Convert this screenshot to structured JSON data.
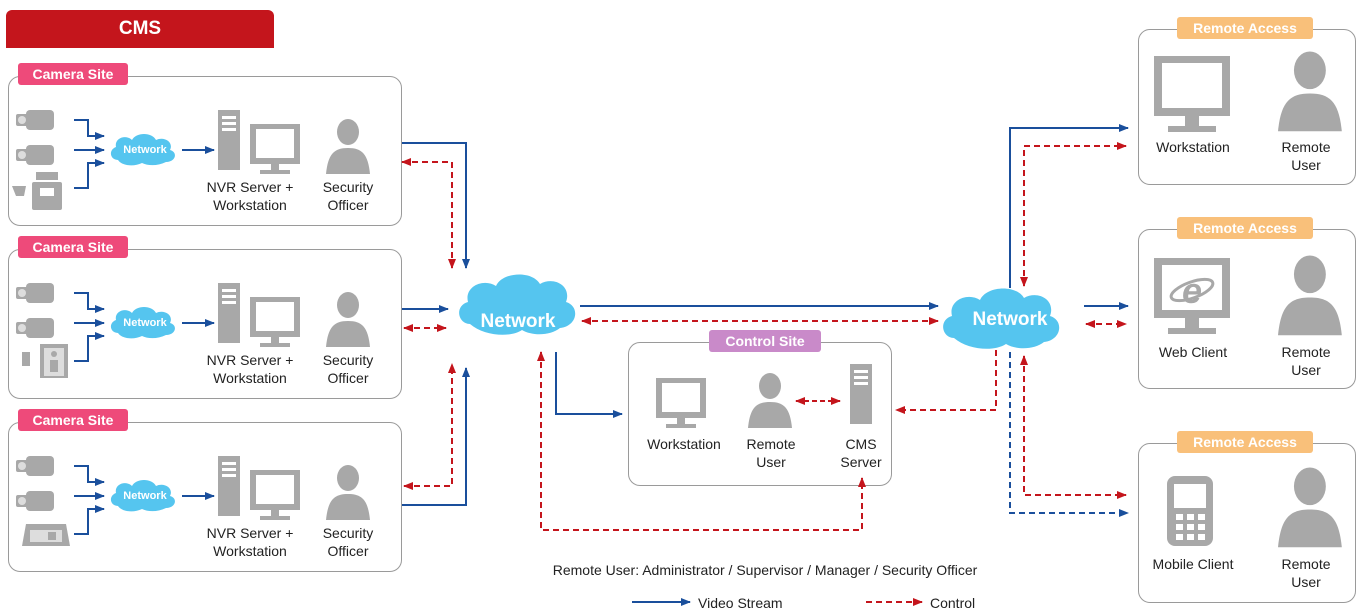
{
  "header": {
    "title": "CMS"
  },
  "camera_sites": [
    {
      "tag": "Camera Site",
      "network": "Network",
      "nvr": "NVR Server +",
      "nvr2": "Workstation",
      "officer": "Security",
      "officer2": "Officer"
    },
    {
      "tag": "Camera Site",
      "network": "Network",
      "nvr": "NVR Server +",
      "nvr2": "Workstation",
      "officer": "Security",
      "officer2": "Officer"
    },
    {
      "tag": "Camera Site",
      "network": "Network",
      "nvr": "NVR Server +",
      "nvr2": "Workstation",
      "officer": "Security",
      "officer2": "Officer"
    }
  ],
  "central_network": "Network",
  "remote_network": "Network",
  "control_site": {
    "tag": "Control Site",
    "workstation": "Workstation",
    "remote_user": "Remote",
    "remote_user2": "User",
    "cms_server": "CMS",
    "cms_server2": "Server"
  },
  "remote_access": [
    {
      "tag": "Remote Access",
      "device": "Workstation",
      "user": "Remote",
      "user2": "User"
    },
    {
      "tag": "Remote Access",
      "device": "Web Client",
      "user": "Remote",
      "user2": "User"
    },
    {
      "tag": "Remote Access",
      "device": "Mobile Client",
      "user": "Remote",
      "user2": "User"
    }
  ],
  "footnote": "Remote User: Administrator / Supervisor / Manager / Security Officer",
  "legend": {
    "video": "Video Stream",
    "control": "Control"
  },
  "colors": {
    "video": "#1a4f9c",
    "control": "#c4151c",
    "cloud": "#55c5ef",
    "icon": "#a8a8a8",
    "cms": "#c4151c"
  },
  "icons": [
    "camera-icon",
    "cash-register-icon",
    "door-access-icon",
    "alarm-panel-icon",
    "server-tower-icon",
    "monitor-icon",
    "person-icon",
    "cloud-icon",
    "ie-browser-icon",
    "mobile-phone-icon"
  ]
}
